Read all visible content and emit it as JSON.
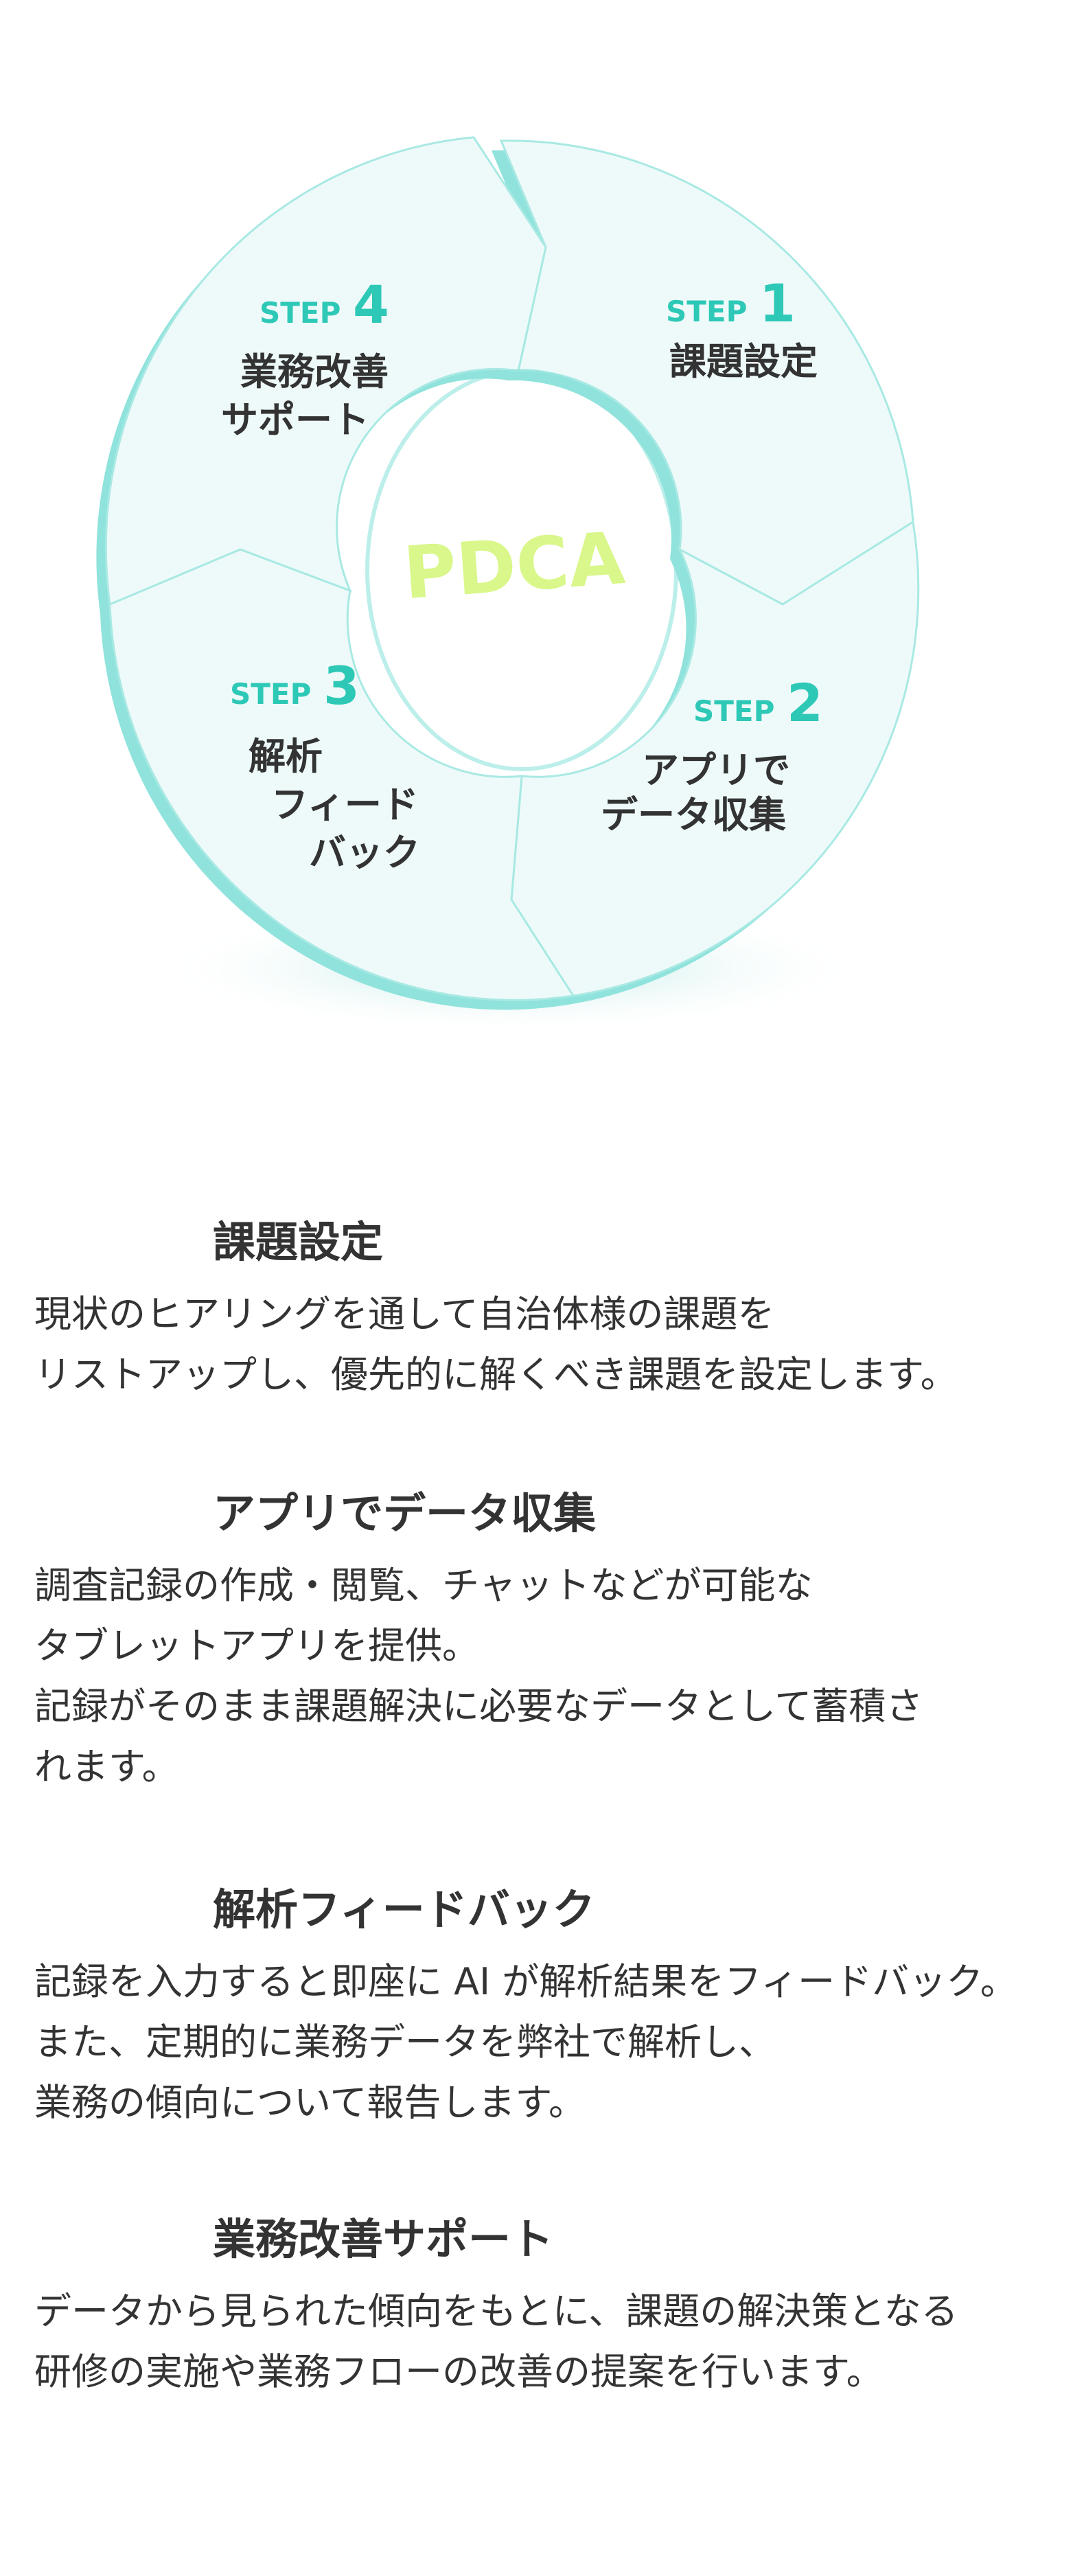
{
  "diagram": {
    "center_label": "PDCA",
    "steps": [
      {
        "prefix": "STEP",
        "number": "1",
        "lines": [
          "課題設定"
        ]
      },
      {
        "prefix": "STEP",
        "number": "2",
        "lines": [
          "アプリで",
          "データ収集"
        ]
      },
      {
        "prefix": "STEP",
        "number": "3",
        "lines": [
          "解析",
          "フィード",
          "バック"
        ]
      },
      {
        "prefix": "STEP",
        "number": "4",
        "lines": [
          "業務改善",
          "サポート"
        ]
      }
    ],
    "colors": {
      "segment_fill": "#eefafa",
      "segment_edge": "#8fe3dc",
      "step_accent": "#2ec8b6",
      "center_text": "#d9f78a",
      "label_text": "#333333"
    }
  },
  "sections": [
    {
      "heading": "課題設定",
      "body": "現状のヒアリングを通して自治体様の課題を\nリストアップし、優先的に解くべき課題を設定します。"
    },
    {
      "heading": "アプリでデータ収集",
      "body": "調査記録の作成・閲覧、チャットなどが可能な\nタブレットアプリを提供。\n記録がそのまま課題解決に必要なデータとして蓄積さ\nれます。"
    },
    {
      "heading": "解析フィードバック",
      "body": "記録を入力すると即座に AI が解析結果をフィードバック。\nまた、定期的に業務データを弊社で解析し、\n業務の傾向について報告します。"
    },
    {
      "heading": "業務改善サポート",
      "body": "データから見られた傾向をもとに、課題の解決策となる\n研修の実施や業務フローの改善の提案を行います。"
    }
  ]
}
